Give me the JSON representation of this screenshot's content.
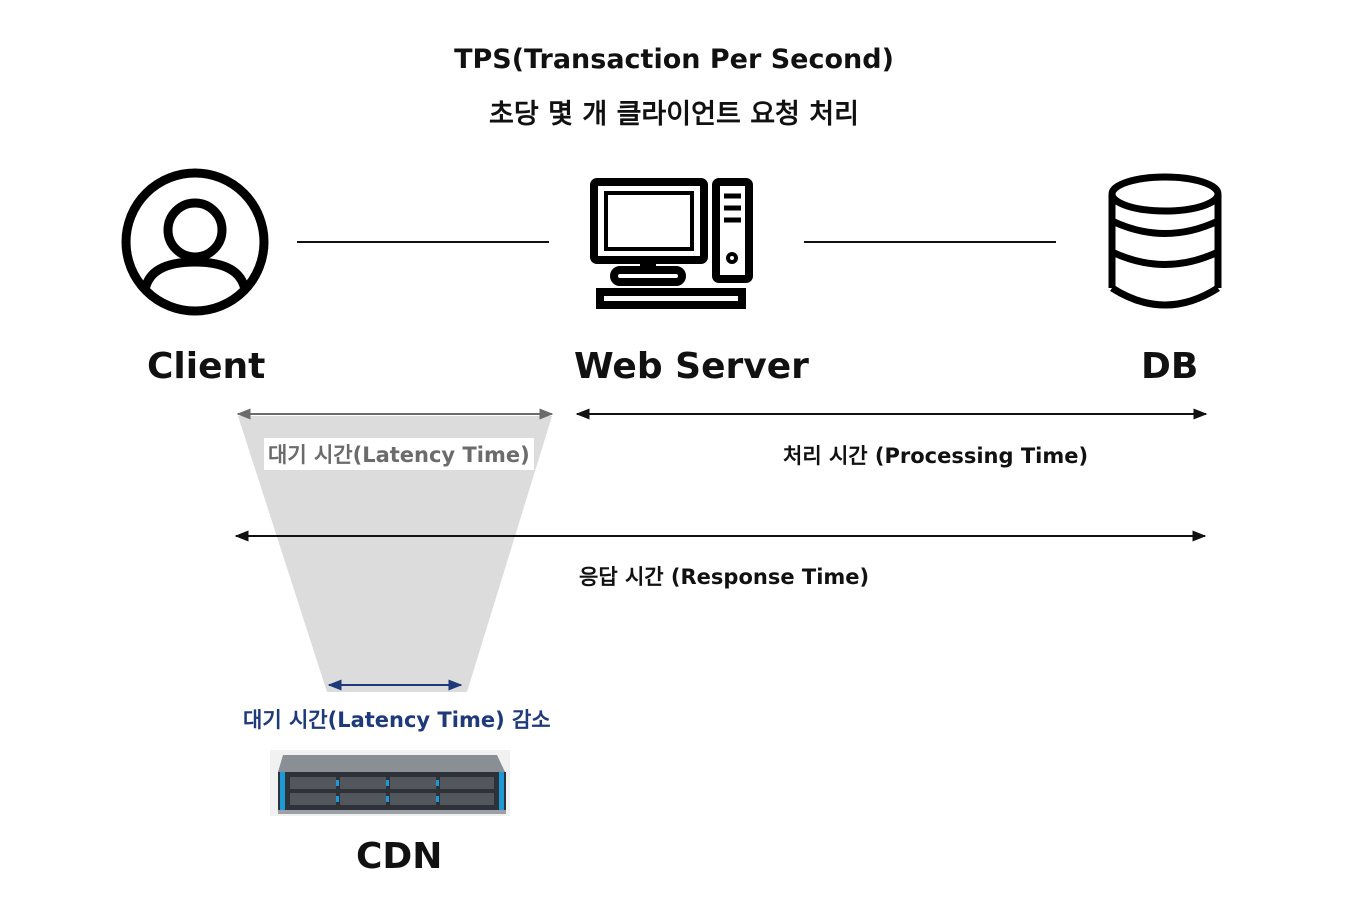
{
  "title": {
    "line1": "TPS(Transaction Per Second)",
    "line2": "초당 몇 개 클라이언트 요청 처리"
  },
  "nodes": {
    "client": {
      "label": "Client",
      "icon": "user-icon"
    },
    "server": {
      "label": "Web Server",
      "icon": "desktop-computer-icon"
    },
    "db": {
      "label": "DB",
      "icon": "database-icon"
    },
    "cdn": {
      "label": "CDN",
      "icon": "rack-server-icon"
    }
  },
  "metrics": {
    "latency": "대기 시간(Latency Time)",
    "processing": "처리 시간 (Processing Time)",
    "response": "응답 시간 (Response Time)",
    "latency_reduced": "대기 시간(Latency Time) 감소"
  },
  "colors": {
    "text": "#111111",
    "latency_text": "#6b6b6b",
    "reduced_text": "#1f3a7a",
    "funnel_fill": "#dcdcdc"
  }
}
